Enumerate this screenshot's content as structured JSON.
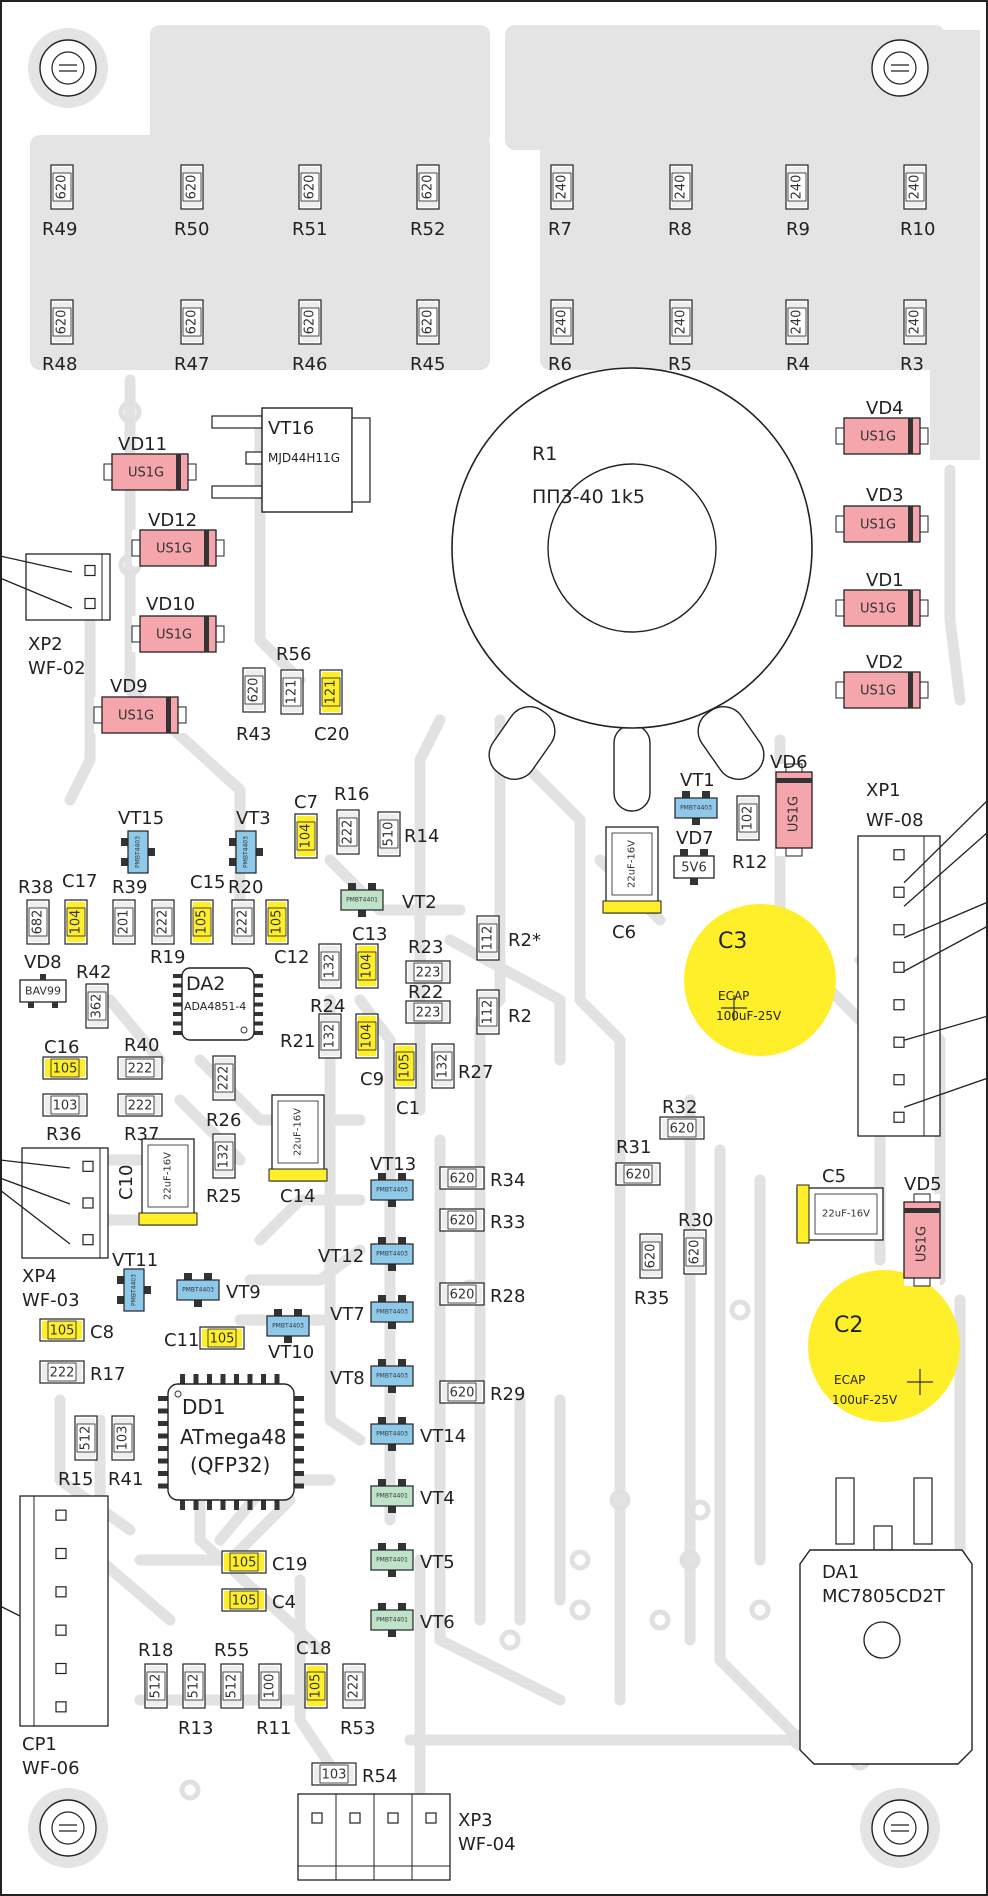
{
  "colors": {
    "trace": "#e2e2e2",
    "resistor": "#eeeeee",
    "diode": "#f4a6ac",
    "cap_yellow": "#ffef2a",
    "vt_blue": "#8fc9ea",
    "vt_green": "#bfe3c8",
    "outline": "#222222"
  },
  "resistors": [
    {
      "ref": "R49",
      "value": "620"
    },
    {
      "ref": "R50",
      "value": "620"
    },
    {
      "ref": "R51",
      "value": "620"
    },
    {
      "ref": "R52",
      "value": "620"
    },
    {
      "ref": "R7",
      "value": "240"
    },
    {
      "ref": "R8",
      "value": "240"
    },
    {
      "ref": "R9",
      "value": "240"
    },
    {
      "ref": "R10",
      "value": "240"
    },
    {
      "ref": "R48",
      "value": "620"
    },
    {
      "ref": "R47",
      "value": "620"
    },
    {
      "ref": "R46",
      "value": "620"
    },
    {
      "ref": "R45",
      "value": "620"
    },
    {
      "ref": "R6",
      "value": "240"
    },
    {
      "ref": "R5",
      "value": "240"
    },
    {
      "ref": "R4",
      "value": "240"
    },
    {
      "ref": "R3",
      "value": "240"
    },
    {
      "ref": "R43",
      "value": "620"
    },
    {
      "ref": "R56",
      "value": "121"
    },
    {
      "ref": "R16",
      "value": "222"
    },
    {
      "ref": "R14",
      "value": "510"
    },
    {
      "ref": "R12",
      "value": "102"
    },
    {
      "ref": "R38",
      "value": "682"
    },
    {
      "ref": "R39",
      "value": "201"
    },
    {
      "ref": "R19",
      "value": "222"
    },
    {
      "ref": "R20",
      "value": "222"
    },
    {
      "ref": "R2*",
      "value": "112"
    },
    {
      "ref": "R2",
      "value": "112"
    },
    {
      "ref": "R23",
      "value": "223"
    },
    {
      "ref": "R22",
      "value": "223"
    },
    {
      "ref": "R24",
      "value": "132"
    },
    {
      "ref": "R21",
      "value": "132"
    },
    {
      "ref": "R27",
      "value": "132"
    },
    {
      "ref": "R42",
      "value": "362"
    },
    {
      "ref": "R40",
      "value": "222"
    },
    {
      "ref": "R36",
      "value": "103"
    },
    {
      "ref": "R37",
      "value": "222"
    },
    {
      "ref": "R26",
      "value": "222"
    },
    {
      "ref": "R25",
      "value": "132"
    },
    {
      "ref": "R32",
      "value": "620"
    },
    {
      "ref": "R31",
      "value": "620"
    },
    {
      "ref": "R34",
      "value": "620"
    },
    {
      "ref": "R33",
      "value": "620"
    },
    {
      "ref": "R35",
      "value": "620"
    },
    {
      "ref": "R30",
      "value": "620"
    },
    {
      "ref": "R28",
      "value": "620"
    },
    {
      "ref": "R29",
      "value": "620"
    },
    {
      "ref": "R17",
      "value": "222"
    },
    {
      "ref": "R15",
      "value": "512"
    },
    {
      "ref": "R41",
      "value": "103"
    },
    {
      "ref": "R18",
      "value": "512"
    },
    {
      "ref": "R13",
      "value": "512"
    },
    {
      "ref": "R55",
      "value": "512"
    },
    {
      "ref": "R11",
      "value": "100"
    },
    {
      "ref": "R53",
      "value": "222"
    },
    {
      "ref": "R54",
      "value": "103"
    }
  ],
  "capacitors": [
    {
      "ref": "C20",
      "value": "121"
    },
    {
      "ref": "C7",
      "value": "104"
    },
    {
      "ref": "C17",
      "value": "104"
    },
    {
      "ref": "C15",
      "value": "105"
    },
    {
      "ref": "C12",
      "value": "105"
    },
    {
      "ref": "C13",
      "value": "104"
    },
    {
      "ref": "C9",
      "value": "104"
    },
    {
      "ref": "C1",
      "value": "105"
    },
    {
      "ref": "C16",
      "value": "105"
    },
    {
      "ref": "C8",
      "value": "105"
    },
    {
      "ref": "C11",
      "value": "105"
    },
    {
      "ref": "C19",
      "value": "105"
    },
    {
      "ref": "C4",
      "value": "105"
    },
    {
      "ref": "C18",
      "value": "105"
    }
  ],
  "tantalums": [
    {
      "ref": "C6",
      "value": "22uF-16V"
    },
    {
      "ref": "C14",
      "value": "22uF-16V"
    },
    {
      "ref": "C10",
      "value": "22uF-16V"
    },
    {
      "ref": "C5",
      "value": "22uF-16V"
    }
  ],
  "ecaps": [
    {
      "ref": "C3",
      "kind": "ECAP",
      "value": "100uF-25V"
    },
    {
      "ref": "C2",
      "kind": "ECAP",
      "value": "100uF-25V"
    }
  ],
  "diodes": [
    {
      "ref": "VD11",
      "value": "US1G"
    },
    {
      "ref": "VD12",
      "value": "US1G"
    },
    {
      "ref": "VD10",
      "value": "US1G"
    },
    {
      "ref": "VD9",
      "value": "US1G"
    },
    {
      "ref": "VD4",
      "value": "US1G"
    },
    {
      "ref": "VD3",
      "value": "US1G"
    },
    {
      "ref": "VD1",
      "value": "US1G"
    },
    {
      "ref": "VD2",
      "value": "US1G"
    },
    {
      "ref": "VD6",
      "value": "US1G"
    },
    {
      "ref": "VD5",
      "value": "US1G"
    },
    {
      "ref": "VD7",
      "value": "5V6"
    },
    {
      "ref": "VD8",
      "value": "BAV99"
    }
  ],
  "transistors": [
    {
      "ref": "VT15",
      "value": "PMBT4403"
    },
    {
      "ref": "VT3",
      "value": "PMBT4403"
    },
    {
      "ref": "VT2",
      "value": "PMBT4401"
    },
    {
      "ref": "VT1",
      "value": "PMBT4403"
    },
    {
      "ref": "VT13",
      "value": "PMBT4403"
    },
    {
      "ref": "VT12",
      "value": "PMBT4403"
    },
    {
      "ref": "VT7",
      "value": "PMBT4403"
    },
    {
      "ref": "VT8",
      "value": "PMBT4403"
    },
    {
      "ref": "VT14",
      "value": "PMBT4403"
    },
    {
      "ref": "VT4",
      "value": "PMBT4401"
    },
    {
      "ref": "VT5",
      "value": "PMBT4401"
    },
    {
      "ref": "VT6",
      "value": "PMBT4401"
    },
    {
      "ref": "VT11",
      "value": "PMBT4403"
    },
    {
      "ref": "VT9",
      "value": "PMBT4403"
    },
    {
      "ref": "VT10",
      "value": "PMBT4403"
    }
  ],
  "ics": [
    {
      "ref": "DA2",
      "value": "ADA4851-4"
    },
    {
      "ref": "DD1",
      "value": "ATmega48",
      "package": "(QFP32)"
    }
  ],
  "power": {
    "vt16_ref": "VT16",
    "vt16_value": "MJD44H11G",
    "da1_ref": "DA1",
    "da1_value": "MC7805CD2T"
  },
  "pot": {
    "ref": "R1",
    "value": "ПП3-40 1k5"
  },
  "connectors": [
    {
      "ref": "XP2",
      "type": "WF-02"
    },
    {
      "ref": "XP1",
      "type": "WF-08"
    },
    {
      "ref": "XP4",
      "type": "WF-03"
    },
    {
      "ref": "CP1",
      "type": "WF-06"
    },
    {
      "ref": "XP3",
      "type": "WF-04"
    }
  ]
}
